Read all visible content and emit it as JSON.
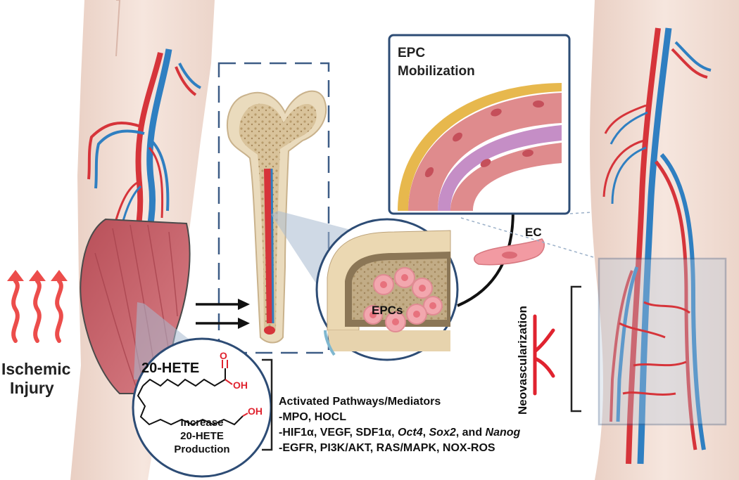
{
  "labels": {
    "ischemic_line1": "Ischemic",
    "ischemic_line2": "Injury",
    "compound_name": "20-HETE",
    "oh_top": "OH",
    "oh_bottom": "OH",
    "o_atom": "O",
    "increase_line1": "Increase",
    "increase_line2": "20-HETE",
    "increase_line3": "Production",
    "epcs": "EPCs",
    "epc_mob_line1": "EPC",
    "epc_mob_line2": "Mobilization",
    "ec": "EC",
    "neovascularization": "Neovascularization"
  },
  "pathways": {
    "title": "Activated Pathways/Mediators",
    "line1": "-MPO, HOCL",
    "line2_prefix": "-HIF1α, VEGF, SDF1α, ",
    "line2_oct4": "Oct4",
    "line2_sep": ", ",
    "line2_sox2": "Sox2",
    "line2_and": ", and ",
    "line2_nanog": "Nanog",
    "line3": "-EGFR, PI3K/AKT, RAS/MAPK, NOX-ROS"
  },
  "colors": {
    "artery": "#d6343a",
    "vein": "#2f7fc1",
    "muscle": "#c9646b",
    "skin": "#f1ddd3",
    "bone": "#e6d3ae",
    "heat_arrows": "#ec4d4b",
    "frame": "#3d5c86",
    "structure_red": "#e0232f"
  }
}
